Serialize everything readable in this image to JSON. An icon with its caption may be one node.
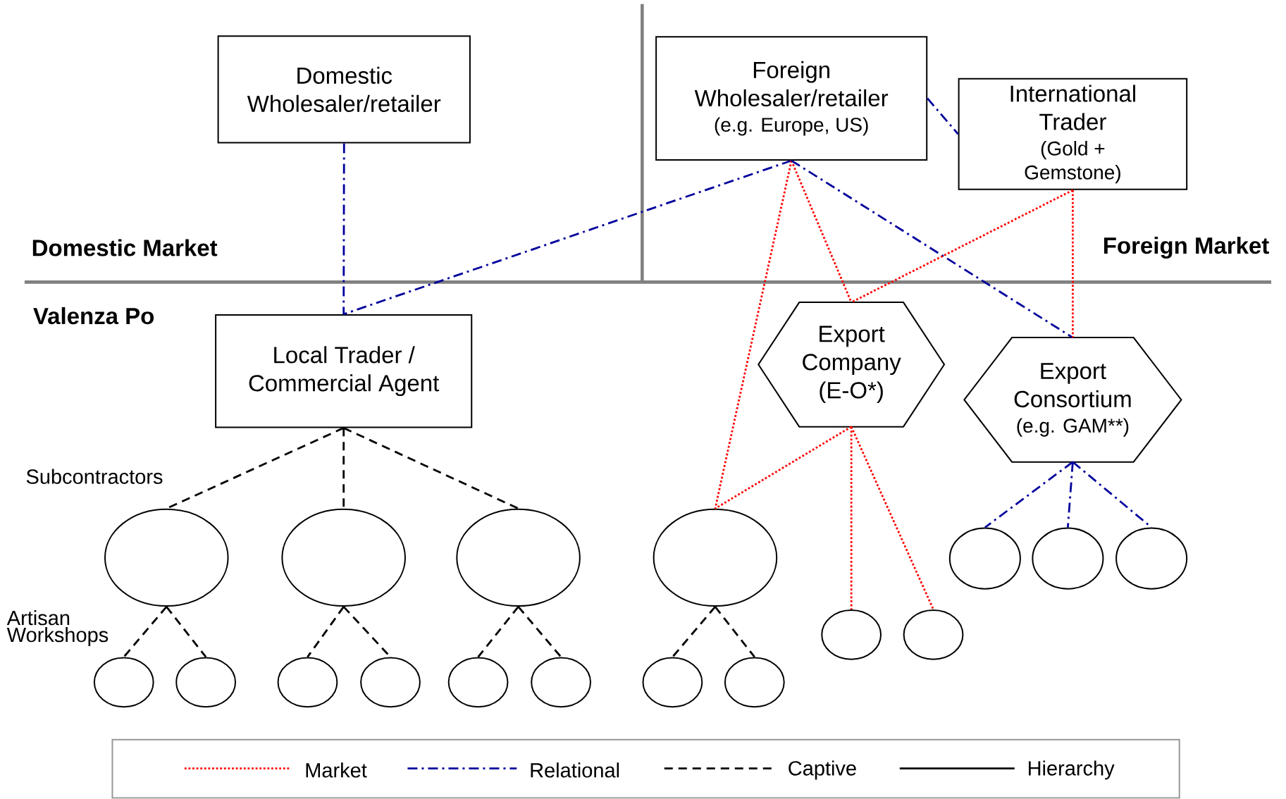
{
  "diagram": {
    "nodes": [
      {
        "text": [
          "Domestic Wholesaler/retailer"
        ]
      },
      {
        "text": [
          "Foreign Wholesaler/retailer",
          "(e.g. Europe, US)"
        ]
      },
      {
        "text": [
          "International Trader",
          "(Gold + Gemstone)"
        ]
      },
      {
        "text": [
          "Local Trader / Commercial Agent"
        ]
      },
      {
        "text": [
          "Export Company (E-O*)"
        ]
      },
      {
        "text": [
          "Export Consortium",
          "(e.g. GAM**)"
        ]
      },
      {
        "text": [],
        "shape": "circle"
      },
      {
        "text": [],
        "shape": "circle"
      },
      {
        "text": [],
        "shape": "circle"
      },
      {
        "text": [],
        "shape": "circle"
      },
      {
        "text": [],
        "shape": "circle"
      },
      {
        "text": [],
        "shape": "circle"
      },
      {
        "text": [],
        "shape": "circle"
      },
      {
        "text": [],
        "shape": "circle"
      },
      {
        "text": [],
        "shape": "circle"
      },
      {
        "text": [],
        "shape": "circle"
      },
      {
        "text": [],
        "shape": "circle"
      },
      {
        "text": [],
        "shape": "circle"
      },
      {
        "text": [],
        "shape": "circle"
      },
      {
        "text": [],
        "shape": "circle"
      },
      {
        "text": [],
        "shape": "circle"
      },
      {
        "text": [],
        "shape": "circle"
      },
      {
        "text": [],
        "shape": "circle"
      }
    ],
    "edges": [
      {
        "from": 0,
        "to": 3,
        "arrow": "none",
        "style": "dashed",
        "color": "#00009c"
      },
      {
        "from": 1,
        "to": 3,
        "arrow": "none",
        "style": "dashed",
        "color": "#00009c"
      },
      {
        "from": 1,
        "to": 2,
        "arrow": "none",
        "style": "dashed",
        "color": "#00009c"
      },
      {
        "from": 1,
        "to": 9,
        "arrow": "none",
        "style": "dashed",
        "color": "#ff0000"
      },
      {
        "from": 1,
        "to": 4,
        "arrow": "none",
        "style": "dashed",
        "color": "#ff0000"
      },
      {
        "from": 1,
        "to": 5,
        "arrow": "none",
        "style": "dashed",
        "color": "#00009c"
      },
      {
        "from": 2,
        "to": 4,
        "arrow": "none",
        "style": "dashed",
        "color": "#ff0000"
      },
      {
        "from": 2,
        "to": 5,
        "arrow": "none",
        "style": "dashed",
        "color": "#ff0000"
      },
      {
        "from": 3,
        "to": 6,
        "arrow": "none",
        "style": "dashed"
      },
      {
        "from": 3,
        "to": 7,
        "arrow": "none",
        "style": "dashed"
      },
      {
        "from": 3,
        "to": 8,
        "arrow": "none",
        "style": "dashed"
      },
      {
        "from": 4,
        "to": 9,
        "arrow": "none",
        "style": "dashed",
        "color": "#ff0000"
      },
      {
        "from": 4,
        "to": 13,
        "arrow": "none",
        "style": "dashed",
        "color": "#ff0000"
      },
      {
        "from": 4,
        "to": 14,
        "arrow": "none",
        "style": "dashed",
        "color": "#ff0000"
      },
      {
        "from": 5,
        "to": 10,
        "arrow": "none",
        "style": "dashed",
        "color": "#00009c"
      },
      {
        "from": 5,
        "to": 11,
        "arrow": "none",
        "style": "dashed",
        "color": "#00009c"
      },
      {
        "from": 5,
        "to": 12,
        "arrow": "none",
        "style": "dashed",
        "color": "#00009c"
      },
      {
        "from": 6,
        "to": 15,
        "arrow": "none",
        "style": "dashed"
      },
      {
        "from": 6,
        "to": 16,
        "arrow": "none",
        "style": "dashed"
      },
      {
        "from": 7,
        "to": 17,
        "arrow": "none",
        "style": "dashed"
      },
      {
        "from": 7,
        "to": 18,
        "arrow": "none",
        "style": "dashed"
      },
      {
        "from": 8,
        "to": 19,
        "arrow": "none",
        "style": "dashed"
      },
      {
        "from": 8,
        "to": 20,
        "arrow": "none",
        "style": "dashed"
      },
      {
        "from": 9,
        "to": 21,
        "arrow": "none",
        "style": "dashed"
      },
      {
        "from": 9,
        "to": 22,
        "arrow": "none",
        "style": "dashed"
      }
    ],
    "labels": [
      "Domestic Market",
      "Foreign Market",
      "Valenza Po",
      "Subcontractors",
      "Artisan Workshops"
    ],
    "legend": [
      {
        "text": "Market"
      },
      {
        "text": "Relational"
      },
      {
        "text": "Captive"
      },
      {
        "text": "Hierarchy"
      }
    ]
  }
}
